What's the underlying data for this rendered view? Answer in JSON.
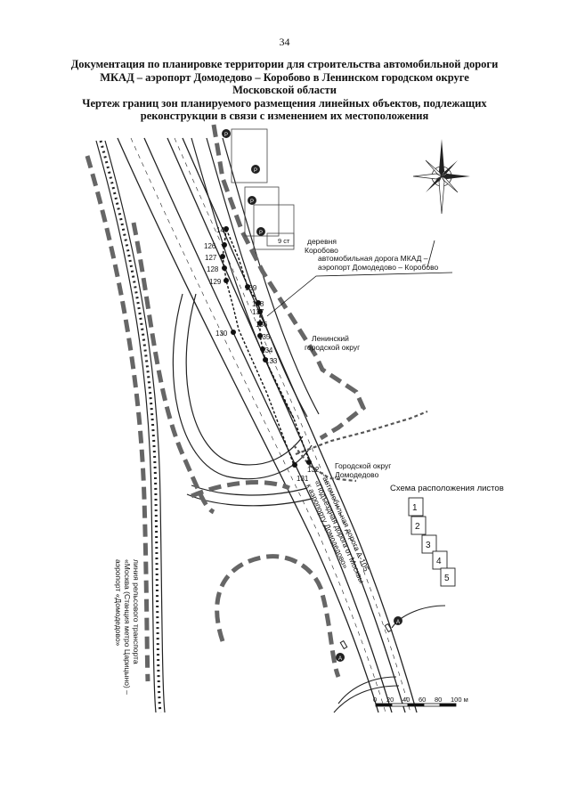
{
  "page_number": "34",
  "title": {
    "line1": "Документация по планировке территории для строительства автомобильной дороги",
    "line2": "МКАД – аэропорт Домодедово – Коробово в Ленинском городском округе",
    "line3": "Московской области",
    "line4": "Чертеж границ зон планируемого размещения линейных объектов, подлежащих",
    "line5": "реконструкции в связи с изменением их местоположения"
  },
  "map": {
    "labels": {
      "village_1": "деревня",
      "village_2": "Коробово",
      "road_1": "автомобильная дорога МКАД  –",
      "road_2": "аэропорт Домодедово – Коробово",
      "leninsky_1": "Ленинский",
      "leninsky_2": "городской округ",
      "domodedovo_1": "Городской округ",
      "domodedovo_2": "Домодедово",
      "house_number": "9 ст",
      "a105_1": "автомобильная дорога А-105",
      "a105_2": "«Подъездная дорога от Москвы",
      "a105_3": "к аэропорту Домодедово»",
      "rail_1": "линия рельсового транспорта",
      "rail_2": "«Москва (Станция метро Царицыно) –",
      "rail_3": "аэропорт «Домодедово»"
    },
    "points": [
      "140",
      "126",
      "127",
      "128",
      "129",
      "139",
      "138",
      "137",
      "136",
      "135",
      "134",
      "133",
      "130",
      "131",
      "132"
    ],
    "markers": {
      "parking": "Р",
      "bus": "А"
    },
    "icons": [
      "compass-rose-icon"
    ],
    "sheet_scheme": {
      "title": "Схема расположения листов",
      "sheets": [
        "1",
        "2",
        "3",
        "4",
        "5"
      ]
    },
    "scale_bar": {
      "ticks": [
        "0",
        "20",
        "40",
        "60",
        "80",
        "100 м"
      ]
    }
  }
}
